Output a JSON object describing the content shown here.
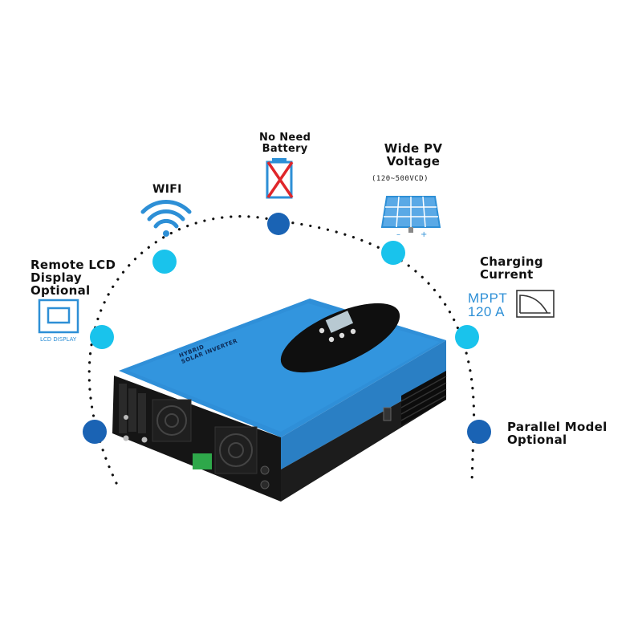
{
  "features": {
    "battery": {
      "line1": "No Need",
      "line2": "Battery",
      "icon": "crossed-battery-icon"
    },
    "wifi": {
      "label": "WIFI",
      "icon": "wifi-icon"
    },
    "pv": {
      "line1": "Wide PV",
      "line2": "Voltage",
      "range": "(120~500VCD)",
      "icon": "solar-panel-icon"
    },
    "lcd": {
      "line1": "Remote LCD",
      "line2": "Display",
      "line3": "Optional",
      "caption": "LCD DISPLAY",
      "icon": "lcd-display-icon"
    },
    "charging": {
      "line1": "Charging",
      "line2": "Current",
      "mppt1": "MPPT",
      "mppt2": "120 A",
      "icon": "mppt-curve-icon"
    },
    "parallel": {
      "line1": "Parallel Model",
      "line2": "Optional"
    }
  },
  "product": {
    "brand_line1": "HYBRID",
    "brand_line2": "SOLAR INVERTER"
  },
  "colors": {
    "light_dot": "#19c3ec",
    "dark_dot": "#1a63b4",
    "body_blue": "#2f8fd8",
    "body_black": "#151515",
    "icon_blue": "#2d8fd6",
    "cross_red": "#e0262a"
  }
}
